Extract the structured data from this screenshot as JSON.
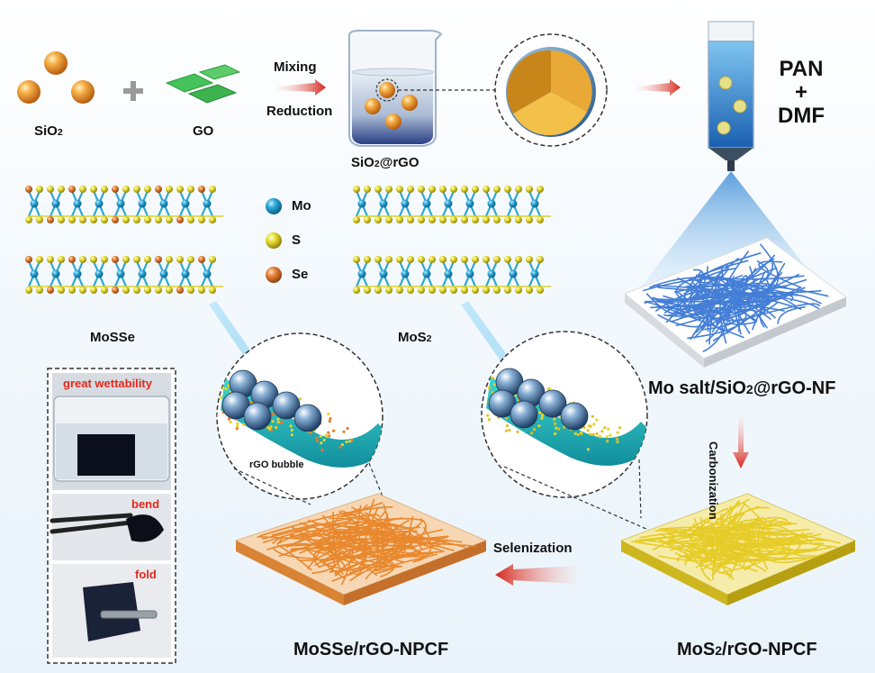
{
  "reactants": {
    "sio2_label": "SiO",
    "sio2_sub": "2",
    "go_label": "GO",
    "plus_symbol": "+"
  },
  "step_mixing": {
    "line1": "Mixing",
    "line2": "Reduction"
  },
  "beaker": {
    "label_pre": "SiO",
    "label_sub": "2",
    "label_post": "@rGO"
  },
  "syringe": {
    "line1": "PAN",
    "line2": "+",
    "line3": "DMF"
  },
  "legend": [
    {
      "label": "Mo",
      "color": "#22a9cf"
    },
    {
      "label": "S",
      "color": "#e7dc2a"
    },
    {
      "label": "Se",
      "color": "#e47a2c"
    }
  ],
  "crystals": {
    "mosse_label": "MoSSe",
    "mos2_pre": "MoS",
    "mos2_sub": "2"
  },
  "nanofiber": {
    "label_pre": "Mo salt/SiO",
    "label_sub": "2",
    "label_post": "@rGO-NF"
  },
  "step_carbonization": "Carbonization",
  "step_selenization": "Selenization",
  "bubble_label": "rGO bubble",
  "products": {
    "mosse_npcf": "MoSSe/rGO-NPCF",
    "mos2_npcf_pre": "MoS",
    "mos2_npcf_sub": "2",
    "mos2_npcf_post": "/rGO-NPCF"
  },
  "photos": {
    "wettability": "great wettability",
    "bend": "bend",
    "fold": "fold"
  },
  "colors": {
    "sio2_sphere": "#f1a23a",
    "go_sheet": "#3cbb55",
    "arrow_red": "#e0352a",
    "fiber_blue": "#3a78d4",
    "fiber_orange": "#e8882e",
    "fiber_yellow": "#e6cc28",
    "shell_blue": "#5a8fc0"
  }
}
